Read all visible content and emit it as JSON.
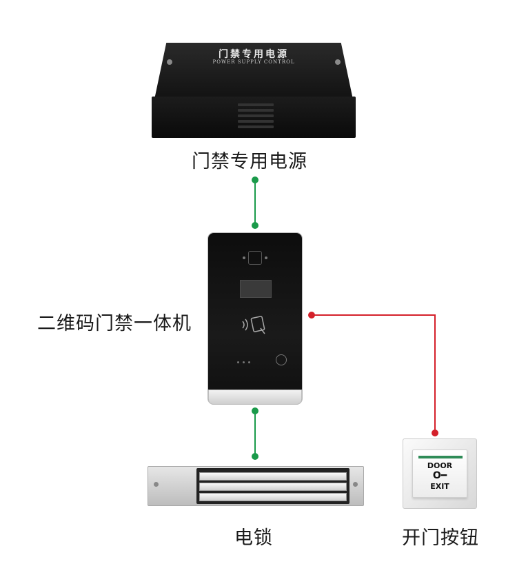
{
  "labels": {
    "power_supply": "门禁专用电源",
    "access_unit": "二维码门禁一体机",
    "electric_lock": "电锁",
    "exit_button": "开门按钮"
  },
  "power_supply_device": {
    "title": "门禁专用电源",
    "subtitle": "POWER SUPPLY CONTROL"
  },
  "exit_button_device": {
    "door_text": "DOOR",
    "key_glyph": "O━",
    "exit_text": "EXIT"
  },
  "colors": {
    "power_wire": "#1a9a4a",
    "button_wire": "#d4202a"
  },
  "icons": [
    "camera-icon",
    "nfc-card-icon",
    "doorbell-icon",
    "key-icon"
  ]
}
